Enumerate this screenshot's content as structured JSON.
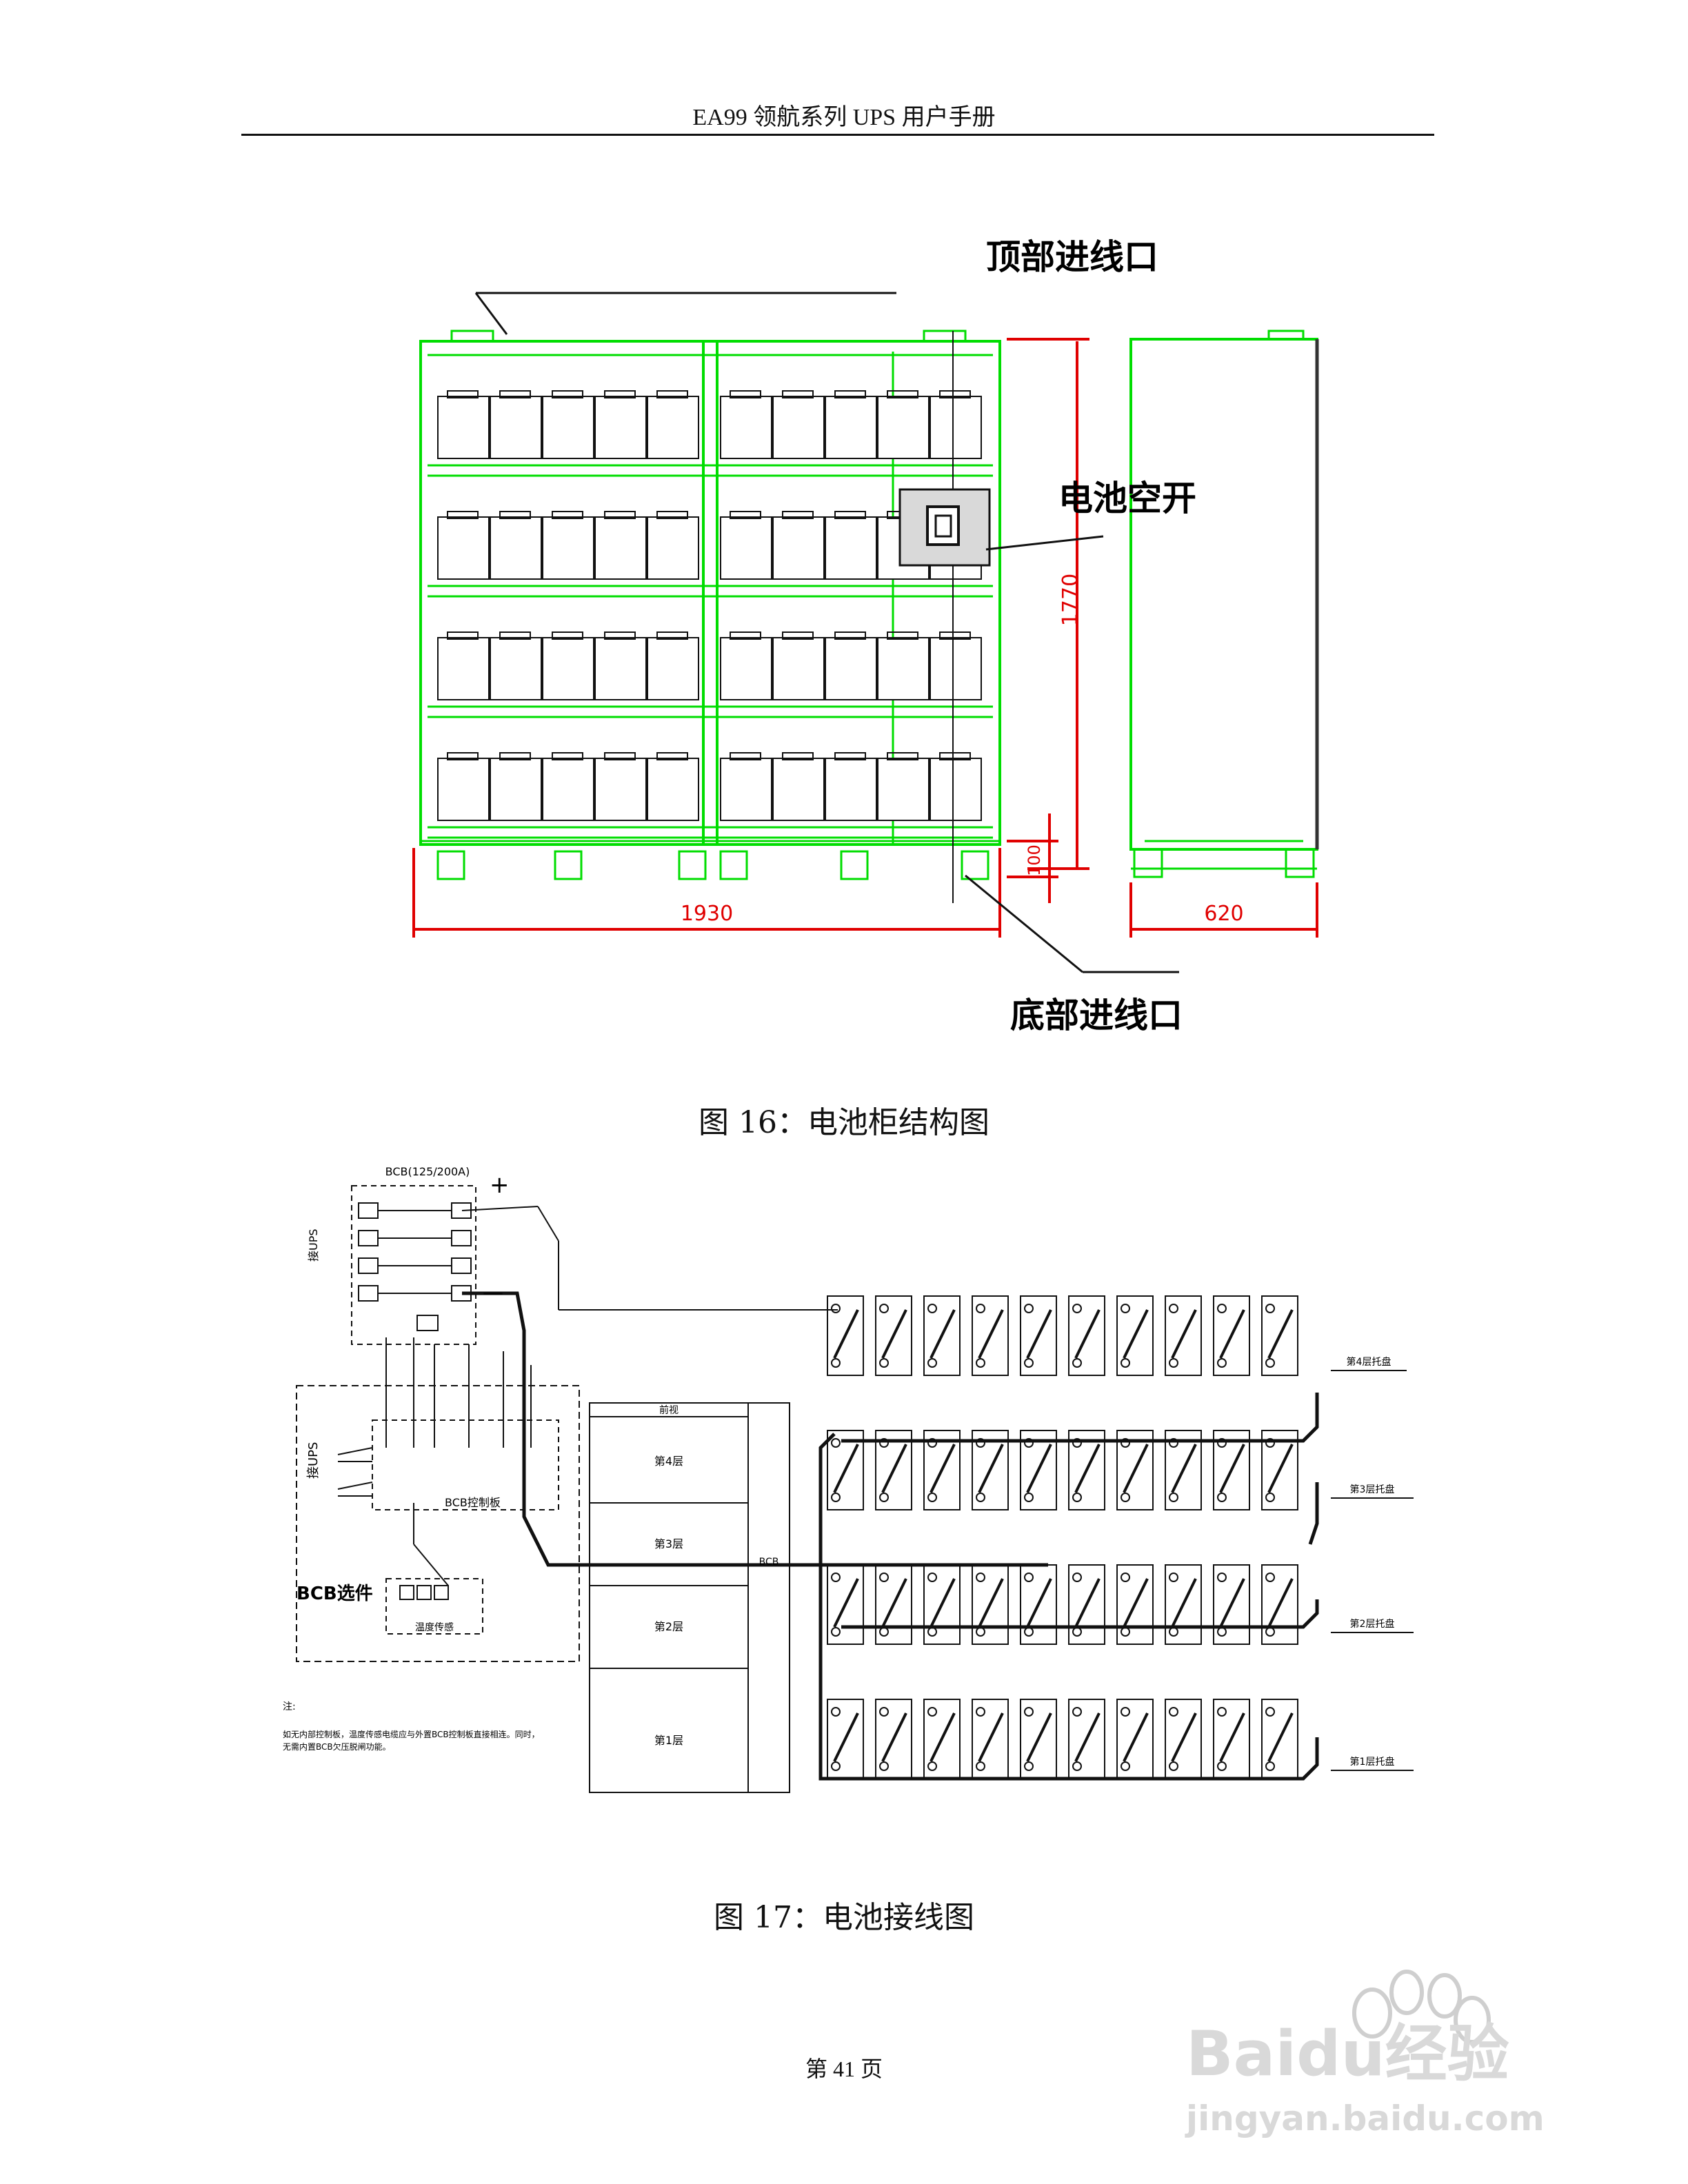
{
  "header": {
    "title": "EA99 领航系列 UPS 用户手册"
  },
  "fig16": {
    "caption": "图 16：电池柜结构图",
    "labels": {
      "top_inlet": "顶部进线口",
      "breaker": "电池空开",
      "bottom_inlet": "底部进线口"
    },
    "dims": {
      "width": "1930",
      "height": "1770",
      "base": "100",
      "depth": "620"
    }
  },
  "fig17": {
    "caption": "图 17：电池接线图",
    "bcb_title": "BCB(125/200A)",
    "plus": "+",
    "minus": "—",
    "ups_label": "接UPS",
    "ups_label2": "接UPS",
    "bcb_board": "BCB控制板",
    "bcb_option": "BCB选件",
    "temp_sensor": "温度传感",
    "front_view": "前视",
    "layers": [
      "第4层",
      "第3层",
      "第2层",
      "第1层"
    ],
    "bcb_side": "BCB",
    "trays": [
      "第4层托盘",
      "第3层托盘",
      "第2层托盘",
      "第1层托盘"
    ],
    "note_title": "注:",
    "note_line1": "如无内部控制板，温度传感电缆应与外置BCB控制板直接相连。同时，",
    "note_line2": "无需内置BCB欠压脱闸功能。"
  },
  "footer": {
    "page": "第 41 页",
    "watermark1": "Baidu经验",
    "watermark2": "jingyan.baidu.com"
  },
  "colors": {
    "frame": "#00dd00",
    "dimension": "#e00000",
    "ink": "#111111"
  }
}
